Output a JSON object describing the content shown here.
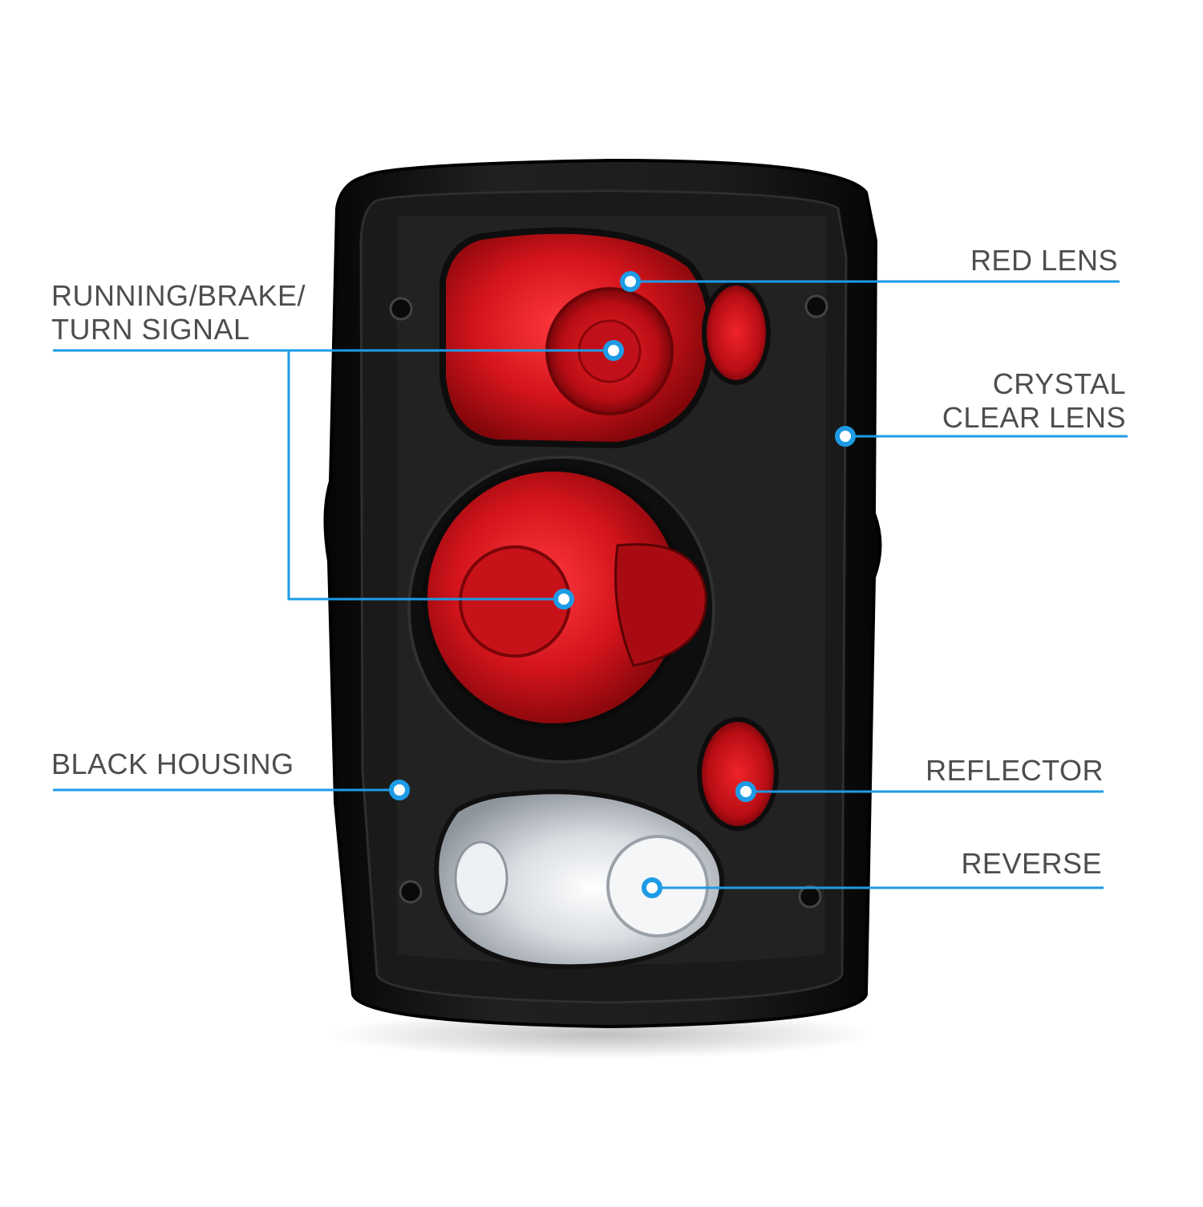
{
  "colors": {
    "callout": "#1e9be6",
    "label_text": "#4d4d4d",
    "housing": "#141414",
    "red_lens": "#d3141c",
    "chrome": "#d9dde2"
  },
  "callouts": {
    "running_brake_turn": {
      "line1": "RUNNING/BRAKE/",
      "line2": "TURN SIGNAL"
    },
    "red_lens": {
      "text": "RED LENS"
    },
    "crystal_clear": {
      "line1": "CRYSTAL",
      "line2": "CLEAR LENS"
    },
    "black_housing": {
      "text": "BLACK HOUSING"
    },
    "reflector": {
      "text": "REFLECTOR"
    },
    "reverse": {
      "text": "REVERSE"
    }
  }
}
